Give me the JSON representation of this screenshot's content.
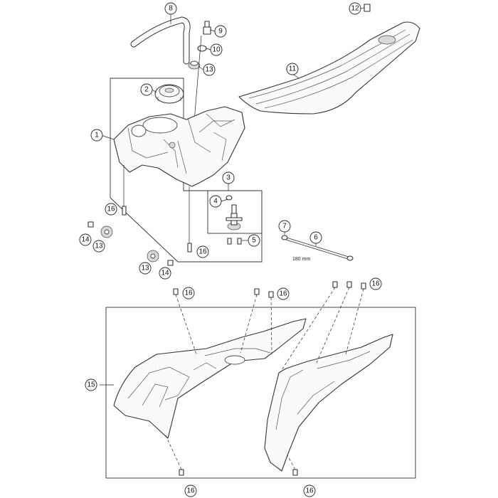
{
  "callouts": {
    "c1": "1",
    "c2": "2",
    "c3": "3",
    "c4": "4",
    "c5": "5",
    "c6": "6",
    "c7": "7",
    "c8": "8",
    "c9": "9",
    "c10": "10",
    "c11": "11",
    "c12": "12",
    "c13a": "13",
    "c13b": "13",
    "c13c": "13",
    "c14a": "14",
    "c14b": "14",
    "c15": "15",
    "c16a": "16",
    "c16b": "16",
    "c16c": "16",
    "c16d": "16",
    "c16e": "16",
    "c16f": "16",
    "c16g": "16"
  },
  "dimension": "180 mm"
}
